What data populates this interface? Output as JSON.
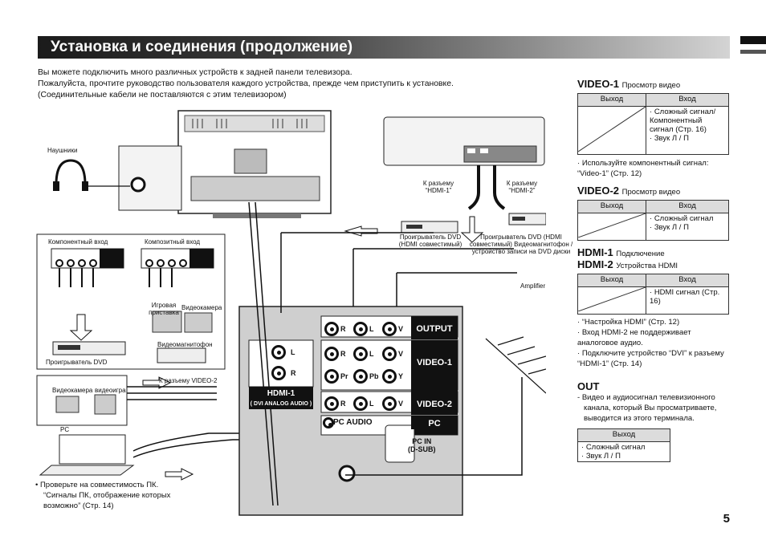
{
  "page": {
    "title": "Установка и соединения (продолжение)",
    "number": "5",
    "intro": [
      "Вы можете подключить много различных устройств к задней панели телевизора.",
      "Пожалуйста, прочтите руководство пользователя каждого устройства, прежде чем приступить к установке.",
      "(Соединительные кабели не поставляются с этим телевизором)"
    ]
  },
  "diagram": {
    "headphones": "Наушники",
    "component_in": "Компонентный вход",
    "composite_in": "Композитный вход",
    "game_console": "Игровая приставка",
    "camcorder": "Видеокамера",
    "vcr": "Видеомагнитофон",
    "dvd_player": "Проигрыватель DVD",
    "to_video2": "К разъему VIDEO-2",
    "camcorder2": "Видеокамера",
    "videogame": "видеоигра",
    "pc": "PC",
    "to_hdmi1": "К разъему “HDMI-1”",
    "to_hdmi2": "К разъему “HDMI-2”",
    "dvd_hdmi_1": "Проигрыватель DVD (HDMI совместимый)",
    "dvd_hdmi_2": "Проигрыватель DVD (HDMI совместимый) Видеомагнитофон / устройство записи на DVD диски",
    "amplifier": "Amplifier",
    "panel": {
      "output": "OUTPUT",
      "video1": "VIDEO-1",
      "video2": "VIDEO-2",
      "hdmi1": "HDMI-1",
      "hdmi1_sub": "( DVI ANALOG AUDIO )",
      "pc_audio": "PC AUDIO",
      "pc": "PC",
      "pc_in": "PC IN",
      "pc_in_sub": "(D-SUB)",
      "r": "R",
      "l": "L",
      "v": "V",
      "pr": "Pr",
      "pb": "Pb",
      "y": "Y"
    },
    "pc_note": [
      "Проверьте на совместимость ПК.",
      "“Сигналы ПК, отображение которых",
      "возможно” (Стр. 14)"
    ]
  },
  "right": {
    "video1": {
      "title": "VIDEO-1",
      "subtitle": "Просмотр видео",
      "col_out": "Выход",
      "col_in": "Вход",
      "in_items": [
        "Сложный сигнал/ Компонентный сигнал (Стр. 16)",
        "Звук Л / П"
      ],
      "note": "Используйте компонентный сигнал: “Video-1” (Стр. 12)"
    },
    "video2": {
      "title": "VIDEO-2",
      "subtitle": "Просмотр видео",
      "col_out": "Выход",
      "col_in": "Вход",
      "in_items": [
        "Сложный сигнал",
        "Звук Л / П"
      ]
    },
    "hdmi": {
      "title1": "HDMI-1",
      "sub1": "Подключение",
      "title2": "HDMI-2",
      "sub2": "Устройства HDMI",
      "col_out": "Выход",
      "col_in": "Вход",
      "in_items": [
        "HDMI сигнал (Стр. 16)"
      ],
      "notes": [
        "“Настройка HDMI” (Стр. 12)",
        "Вход HDMI-2 не поддерживает аналоговое аудио.",
        "Подключите устройство “DVI” к разъему “HDMI-1” (Стр. 14)"
      ]
    },
    "out": {
      "title": "OUT",
      "desc": "Видео и аудиосигнал телевизионного канала, который Вы просматриваете, выводится из этого терминала.",
      "col_out": "Выход",
      "out_items": [
        "Сложный сигнал",
        "Звук Л / П"
      ]
    }
  }
}
